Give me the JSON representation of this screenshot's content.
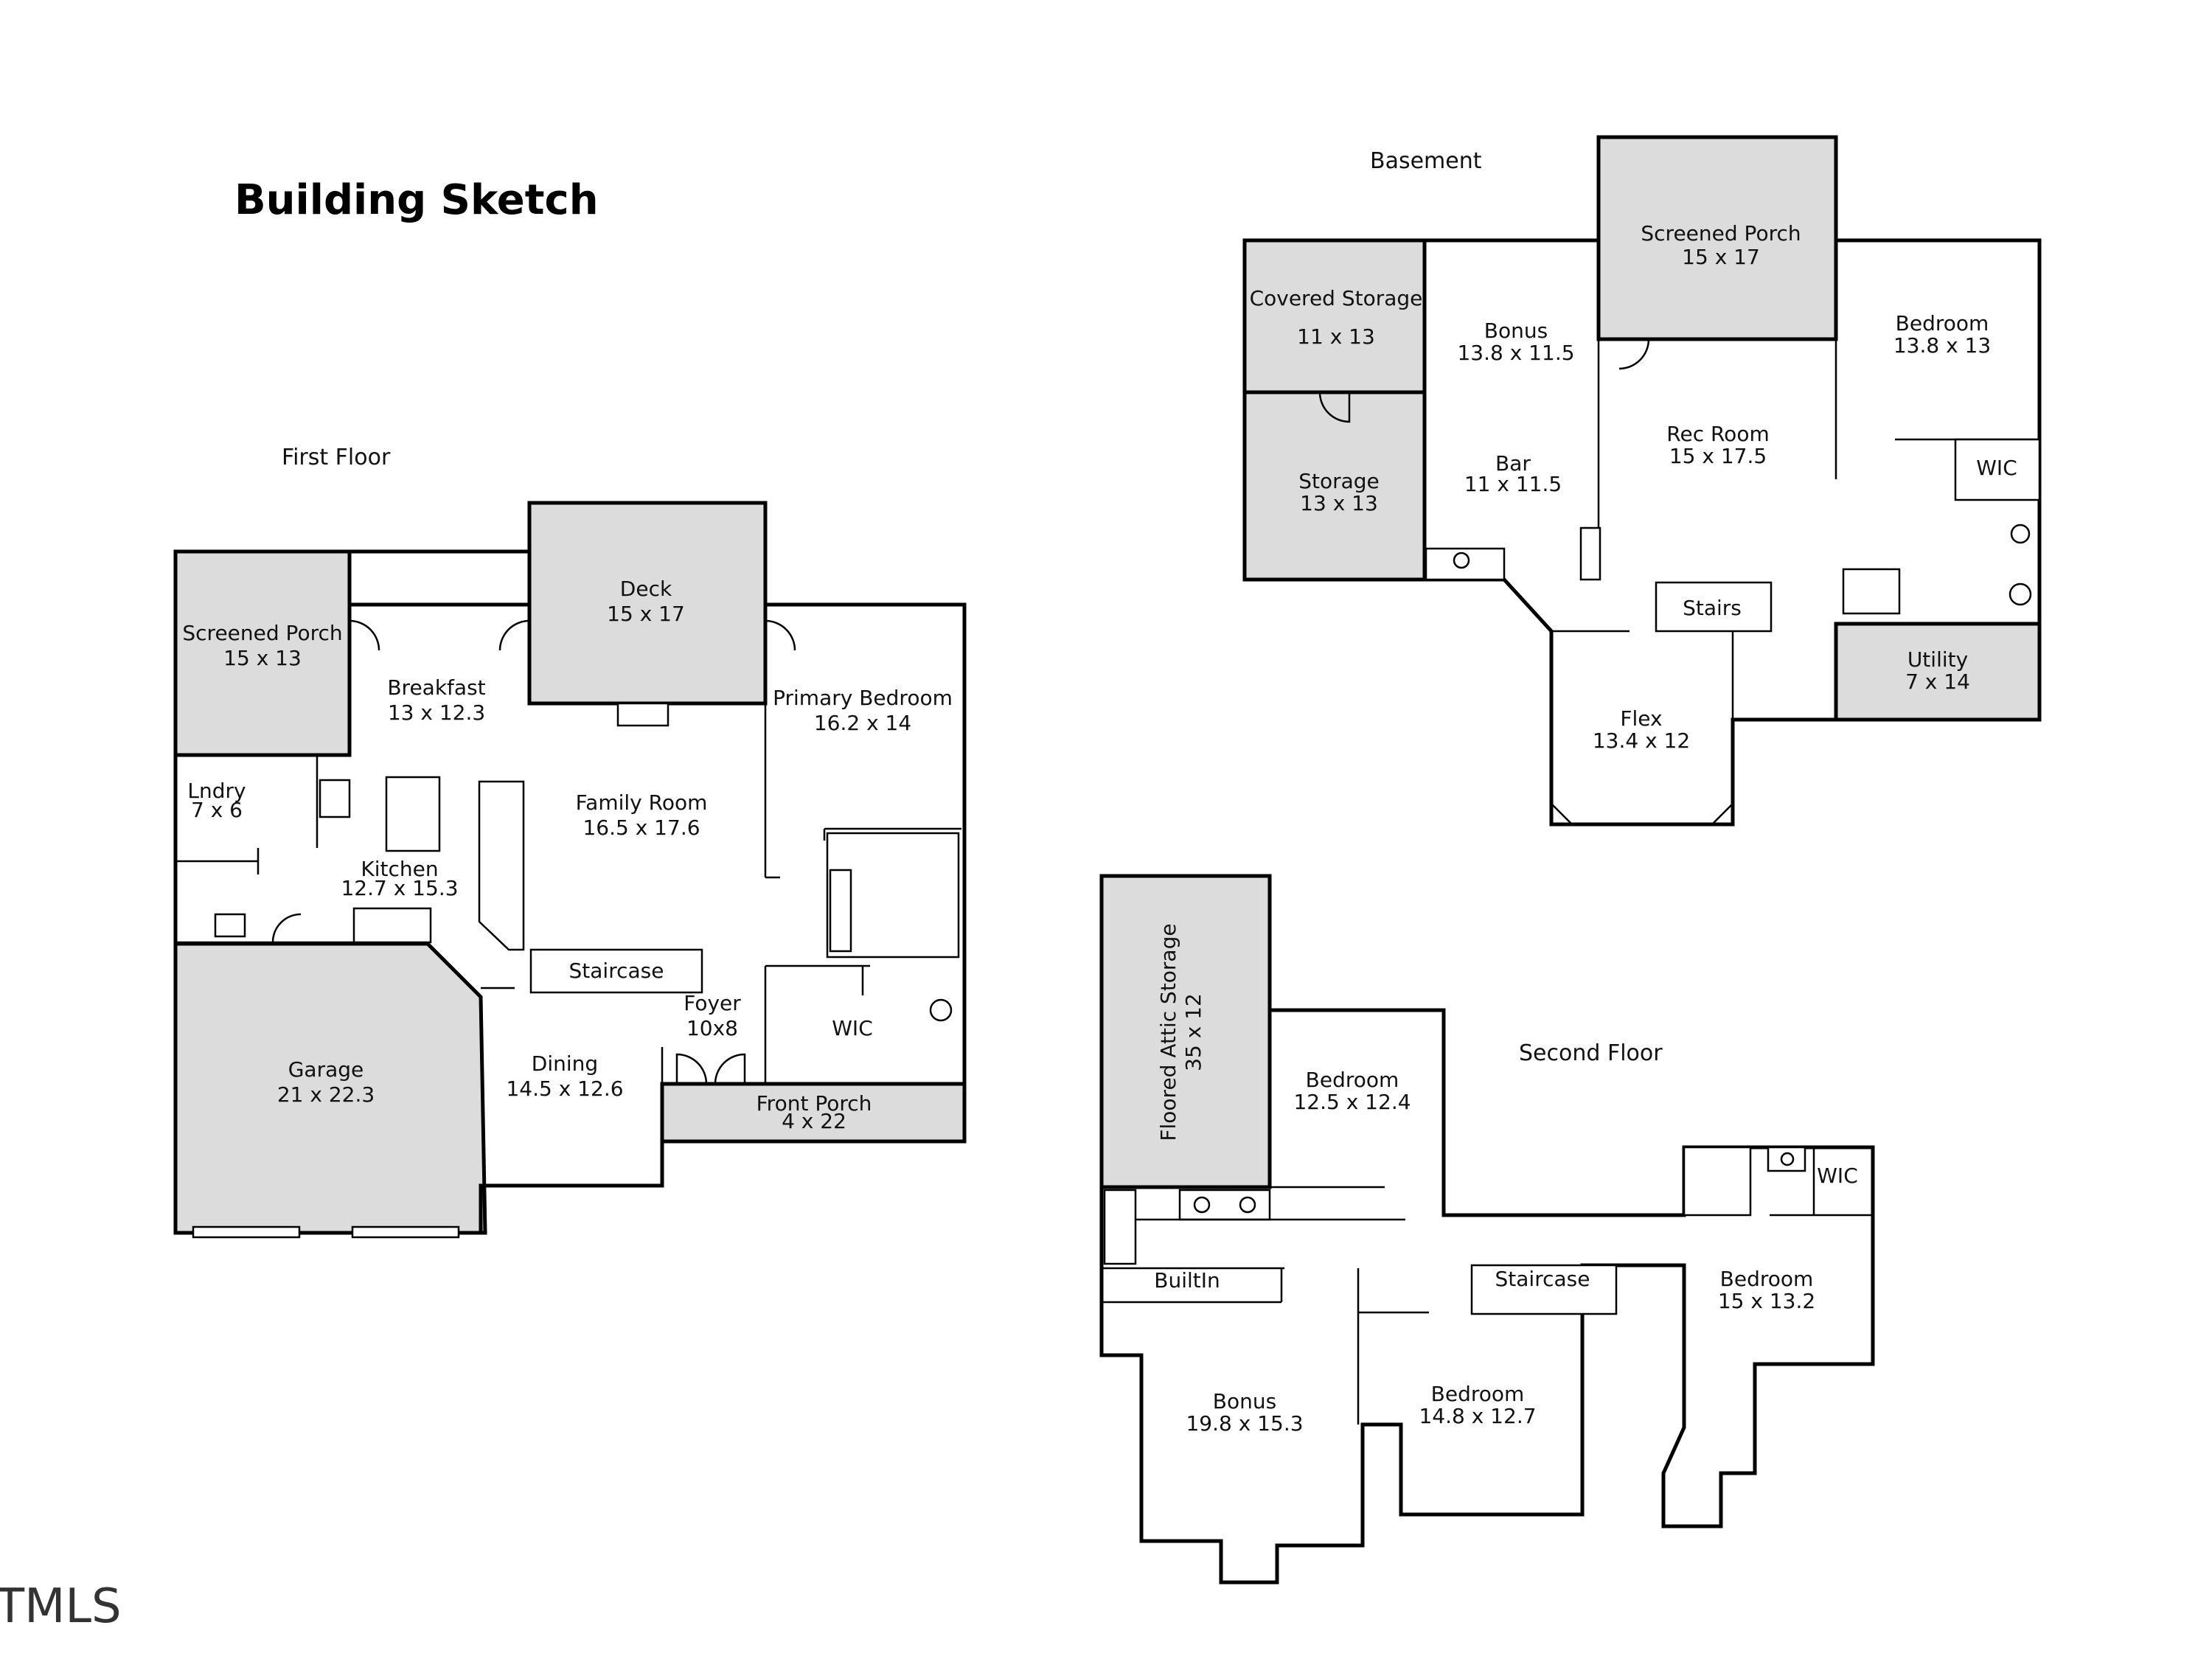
{
  "title": "Building Sketch",
  "logo": "TMLS",
  "floors": {
    "first": {
      "heading": "First Floor",
      "rooms": [
        {
          "id": "ff-screened-porch",
          "name": "Screened Porch",
          "size": "15 x 13"
        },
        {
          "id": "ff-deck",
          "name": "Deck",
          "size": "15 x 17"
        },
        {
          "id": "ff-breakfast",
          "name": "Breakfast",
          "size": "13 x 12.3"
        },
        {
          "id": "ff-primary-bedroom",
          "name": "Primary Bedroom",
          "size": "16.2 x 14"
        },
        {
          "id": "ff-lndry",
          "name": "Lndry",
          "size": "7 x 6"
        },
        {
          "id": "ff-family-room",
          "name": "Family Room",
          "size": "16.5 x 17.6"
        },
        {
          "id": "ff-kitchen",
          "name": "Kitchen",
          "size": "12.7 x 15.3"
        },
        {
          "id": "ff-staircase",
          "name": "Staircase",
          "size": ""
        },
        {
          "id": "ff-foyer",
          "name": "Foyer",
          "size": "10x8"
        },
        {
          "id": "ff-wic",
          "name": "WIC",
          "size": ""
        },
        {
          "id": "ff-garage",
          "name": "Garage",
          "size": "21 x 22.3"
        },
        {
          "id": "ff-dining",
          "name": "Dining",
          "size": "14.5 x 12.6"
        },
        {
          "id": "ff-front-porch",
          "name": "Front Porch",
          "size": "4 x 22"
        }
      ]
    },
    "basement": {
      "heading": "Basement",
      "rooms": [
        {
          "id": "bs-screened-porch",
          "name": "Screened Porch",
          "size": "15 x 17"
        },
        {
          "id": "bs-covered-storage",
          "name": "Covered Storage",
          "size": "11 x 13"
        },
        {
          "id": "bs-bonus",
          "name": "Bonus",
          "size": "13.8 x 11.5"
        },
        {
          "id": "bs-bedroom",
          "name": "Bedroom",
          "size": "13.8 x 13"
        },
        {
          "id": "bs-rec-room",
          "name": "Rec Room",
          "size": "15 x 17.5"
        },
        {
          "id": "bs-storage",
          "name": "Storage",
          "size": "13 x 13"
        },
        {
          "id": "bs-bar",
          "name": "Bar",
          "size": "11 x 11.5"
        },
        {
          "id": "bs-wic",
          "name": "WIC",
          "size": ""
        },
        {
          "id": "bs-stairs",
          "name": "Stairs",
          "size": ""
        },
        {
          "id": "bs-utility",
          "name": "Utility",
          "size": "7 x 14"
        },
        {
          "id": "bs-flex",
          "name": "Flex",
          "size": "13.4 x 12"
        }
      ]
    },
    "second": {
      "heading": "Second Floor",
      "rooms": [
        {
          "id": "sf-attic",
          "name": "Floored Attic Storage",
          "size": "35 x 12"
        },
        {
          "id": "sf-bedroom-a",
          "name": "Bedroom",
          "size": "12.5 x 12.4"
        },
        {
          "id": "sf-wic",
          "name": "WIC",
          "size": ""
        },
        {
          "id": "sf-builtin",
          "name": "BuiltIn",
          "size": ""
        },
        {
          "id": "sf-staircase",
          "name": "Staircase",
          "size": ""
        },
        {
          "id": "sf-bedroom-b",
          "name": "Bedroom",
          "size": "15 x 13.2"
        },
        {
          "id": "sf-bonus",
          "name": "Bonus",
          "size": "19.8 x 15.3"
        },
        {
          "id": "sf-bedroom-c",
          "name": "Bedroom",
          "size": "14.8 x 12.7"
        }
      ]
    }
  }
}
